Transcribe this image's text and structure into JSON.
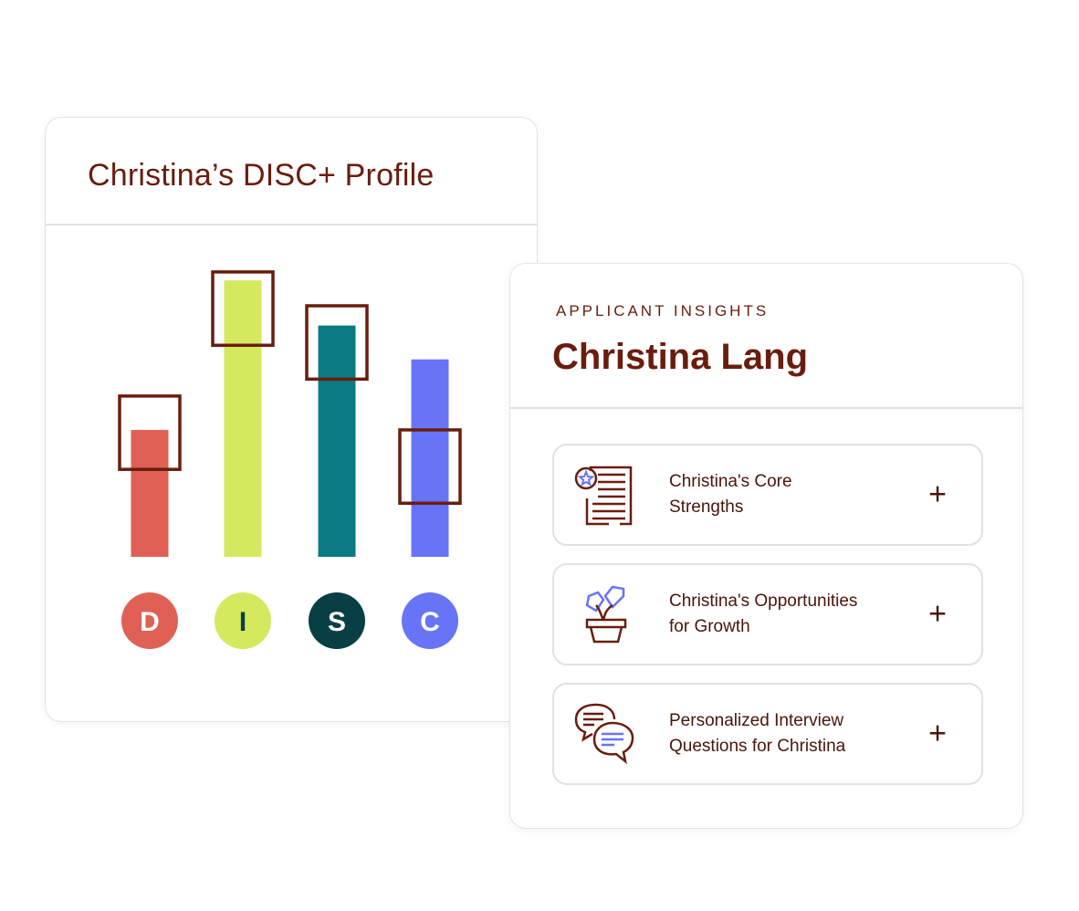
{
  "disc_card": {
    "title": "Christina’s DISC+ Profile"
  },
  "insights": {
    "eyebrow": "APPLICANT INSIGHTS",
    "name": "Christina Lang",
    "items": [
      {
        "line1": "Christina's Core",
        "line2": "Strengths",
        "icon": "document-star-icon",
        "action": "+"
      },
      {
        "line1": "Christina's Opportunities",
        "line2": "for Growth",
        "icon": "potted-plant-icon",
        "action": "+"
      },
      {
        "line1": "Personalized Interview",
        "line2": "Questions for Christina",
        "icon": "chat-bubbles-icon",
        "action": "+"
      }
    ]
  },
  "colors": {
    "brand": "#6a1d0d",
    "D": "#e06055",
    "I": "#d6e85e",
    "S_bar": "#0a7b82",
    "S_circle": "#073f45",
    "C": "#6774f8"
  },
  "chart_data": {
    "type": "bar",
    "title": "Christina’s DISC+ Profile",
    "categories": [
      "D",
      "I",
      "S",
      "C"
    ],
    "values": [
      45,
      98,
      82,
      70
    ],
    "range_markers": [
      44,
      88,
      76,
      32
    ],
    "range_marker_span": 26,
    "ylim": [
      0,
      100
    ],
    "grid": false,
    "xlabel": "",
    "ylabel": ""
  }
}
